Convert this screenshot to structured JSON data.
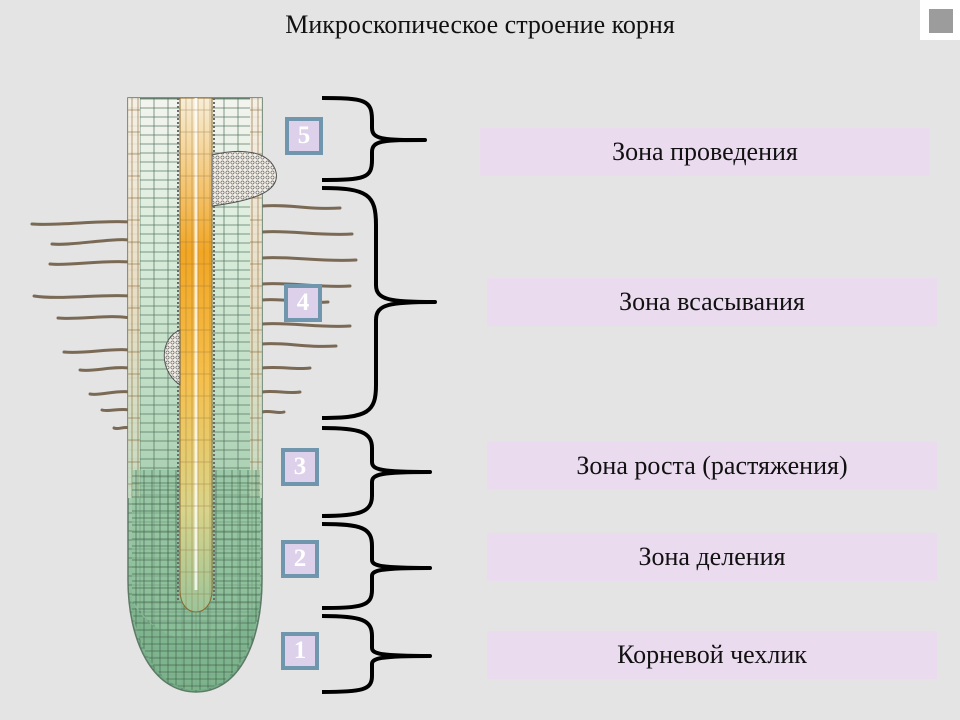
{
  "title": "Микроскопическое строение корня",
  "zones": [
    {
      "number": "5",
      "label": "Зона проведения"
    },
    {
      "number": "4",
      "label": "Зона всасывания"
    },
    {
      "number": "3",
      "label": "Зона роста (растяжения)"
    },
    {
      "number": "2",
      "label": "Зона деления"
    },
    {
      "number": "1",
      "label": "Корневой чехлик"
    }
  ],
  "colors": {
    "background": "#e4e4e4",
    "label_fill": "#eadbef",
    "number_fill": "#ddd0ea",
    "number_border": "#6f96ad",
    "vascular_core": "#f2a623",
    "cortex_upper": "#d9ecdb",
    "cortex_lower": "#7fb58e",
    "outer_layer": "#f1e2cf"
  }
}
